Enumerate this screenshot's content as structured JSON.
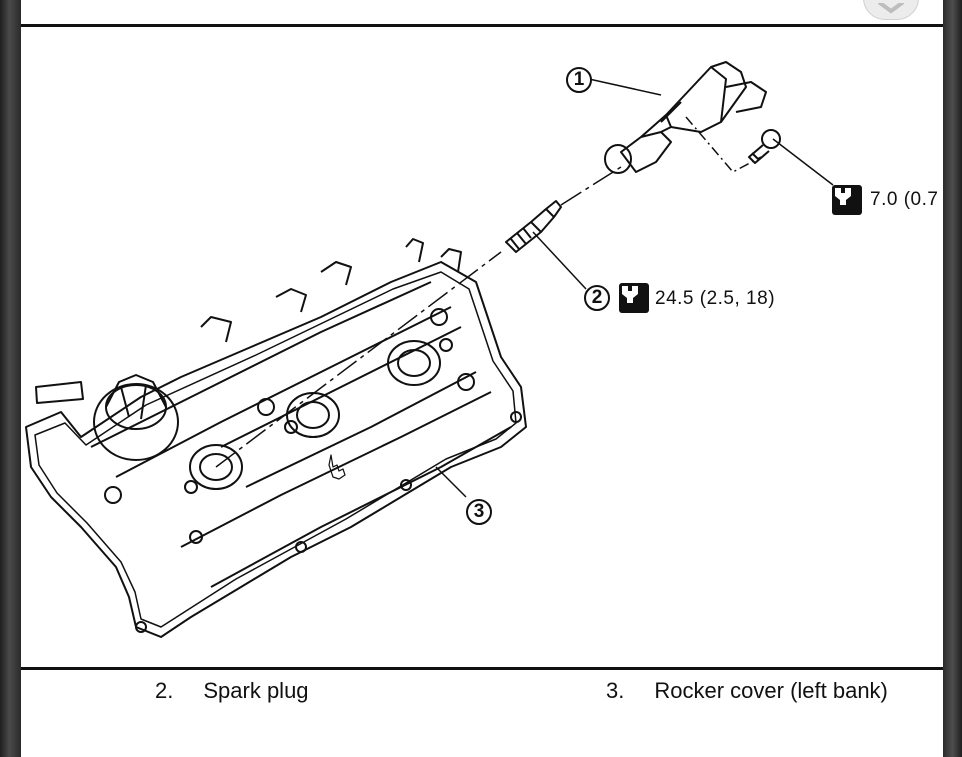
{
  "figure": {
    "callouts": [
      {
        "number": "1"
      },
      {
        "number": "2",
        "torque": "24.5 (2.5, 18)"
      },
      {
        "number": "3"
      }
    ],
    "bolt_torque": "7.0 (0.7"
  },
  "legend": [
    {
      "number": "2.",
      "text": "Spark plug"
    },
    {
      "number": "3.",
      "text": "Rocker cover (left bank)"
    }
  ]
}
